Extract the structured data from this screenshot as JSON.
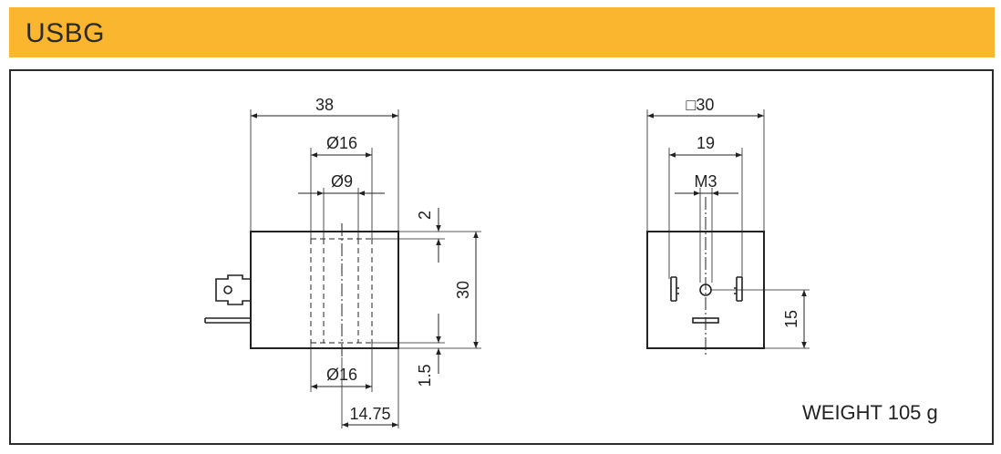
{
  "header": {
    "title": "USBG"
  },
  "side_view": {
    "dims": {
      "width": "38",
      "outer_dia_top": "Ø16",
      "inner_dia": "Ø9",
      "top_offset": "2",
      "height": "30",
      "outer_dia_bottom": "Ø16",
      "bottom_offset": "1.5",
      "center_offset": "14.75"
    }
  },
  "front_view": {
    "dims": {
      "square": "□30",
      "pin_spacing": "19",
      "thread": "M3",
      "center_height": "15"
    }
  },
  "footer": {
    "weight": "WEIGHT 105 g"
  }
}
